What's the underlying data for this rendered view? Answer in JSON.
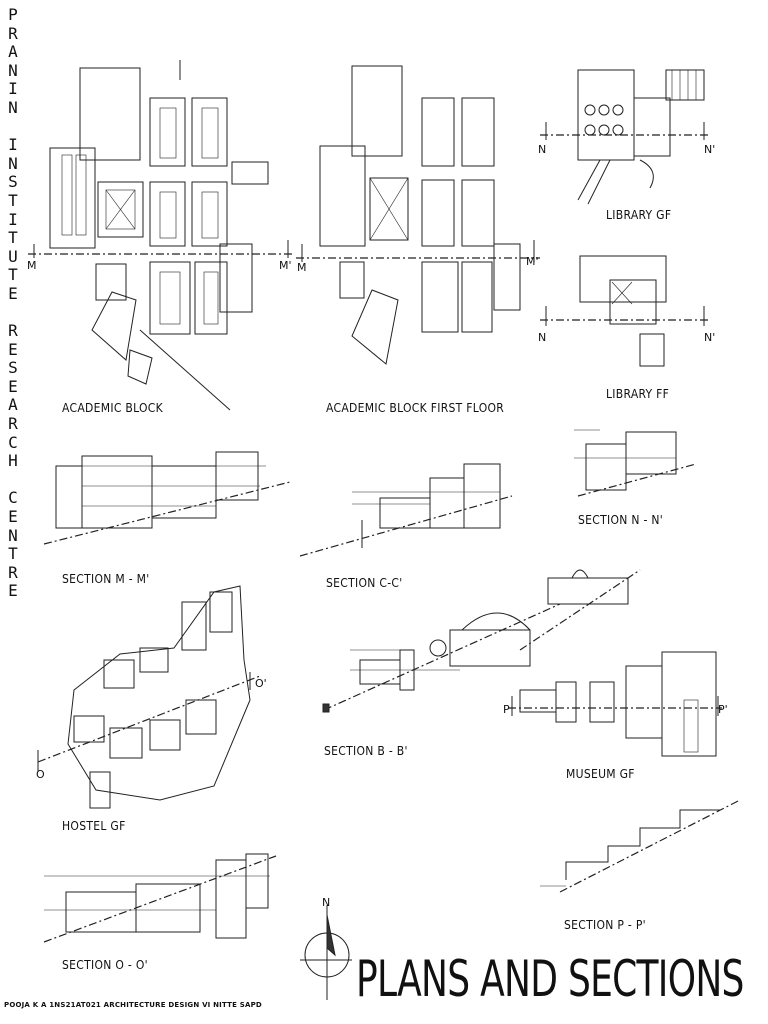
{
  "vertical_title": "PRANIN INSTITUTE RESEARCH CENTRE",
  "title": "PLANS AND SECTIONS",
  "footer": "POOJA K A  1NS21AT021  ARCHITECTURE DESIGN VI  NITTE SAPD",
  "labels": {
    "academic_block": "ACADEMIC BLOCK",
    "academic_block_ff": "ACADEMIC BLOCK FIRST FLOOR",
    "library_gf": "LIBRARY GF",
    "library_ff": "LIBRARY FF",
    "section_mm": "SECTION M - M'",
    "section_cc": "SECTION C-C'",
    "section_nn": "SECTION N -  N'",
    "hostel_gf": "HOSTEL GF",
    "section_bb": "SECTION B - B'",
    "museum_gf": "MUSEUM GF",
    "section_oo": "SECTION O - O'",
    "section_pp": "SECTION P - P'"
  },
  "axis_marks": {
    "m": "M",
    "m_prime": "M'",
    "n": "N",
    "n_prime": "N'",
    "o": "O",
    "o_prime": "O'",
    "p": "P",
    "p_prime": "P'",
    "north": "N"
  }
}
